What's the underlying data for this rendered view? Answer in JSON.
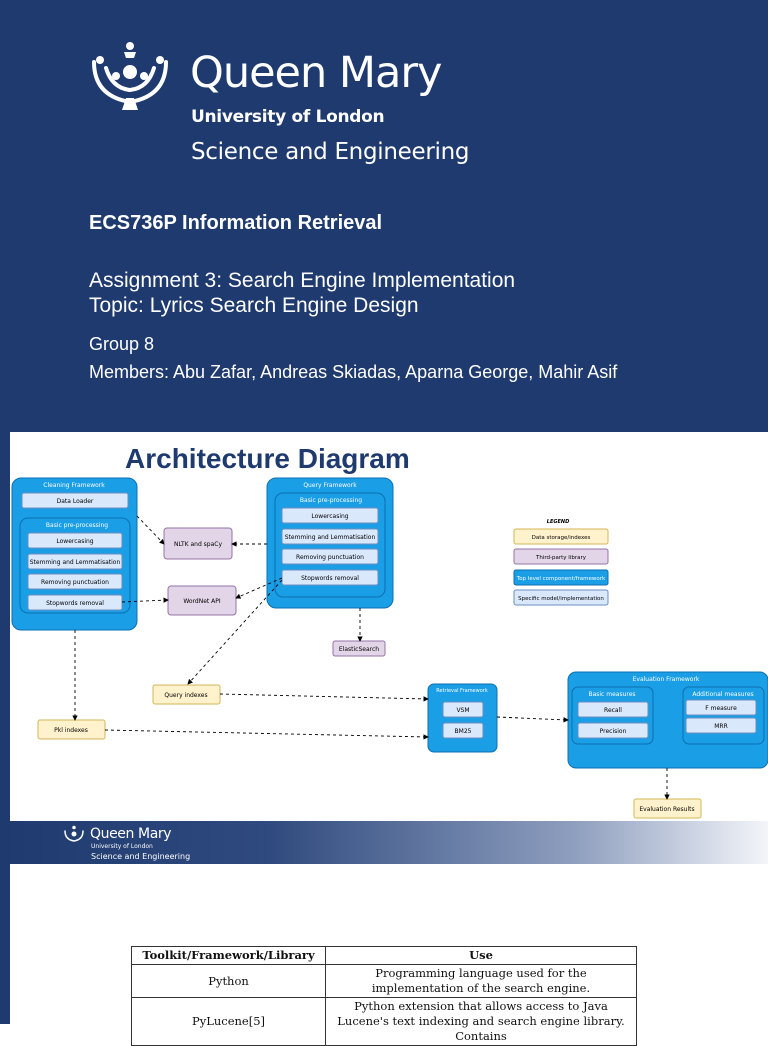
{
  "title_slide": {
    "brand_name": "Queen Mary",
    "brand_sub": "University of London",
    "brand_faculty": "Science and Engineering",
    "course": "ECS736P Information Retrieval",
    "assignment": "Assignment 3: Search Engine Implementation",
    "topic": "Topic: Lyrics Search Engine Design",
    "group": "Group 8",
    "members": "Members: Abu Zafar, Andreas Skiadas, Aparna George, Mahir Asif",
    "background_color": "#1e3a6e"
  },
  "arch_slide": {
    "title": "Architecture Diagram",
    "cleaning_framework": {
      "label": "Cleaning Framework",
      "data_loader": "Data Loader",
      "preproc_label": "Basic pre-processing",
      "steps": [
        "Lowercasing",
        "Stemming and Lemmatisation",
        "Removing punctuation",
        "Stopwords removal"
      ]
    },
    "query_framework": {
      "label": "Query Framework",
      "preproc_label": "Basic pre-processing",
      "steps": [
        "Lowercasing",
        "Stemming and Lemmatisation",
        "Removing punctuation",
        "Stopwords removal"
      ]
    },
    "libraries": {
      "nltk": "NLTK and spaCy",
      "wordnet": "WordNet API",
      "elasticsearch": "ElasticSearch"
    },
    "storage": {
      "query_indexes": "Query indexes",
      "pkl_indexes": "Pkl indexes",
      "evaluation_results": "Evaluation Results"
    },
    "retrieval_framework": {
      "label": "Retrieval Framework",
      "models": [
        "VSM",
        "BM25"
      ]
    },
    "evaluation_framework": {
      "label": "Evaluation Framework",
      "basic_label": "Basic measures",
      "basic": [
        "Recall",
        "Precision"
      ],
      "additional_label": "Additional measures",
      "additional": [
        "F measure",
        "MRR"
      ]
    },
    "legend": {
      "title": "LEGEND",
      "items": [
        "Data storage/indexes",
        "Third-party library",
        "Top level component/framework",
        "Specific model/implementation"
      ]
    },
    "colors": {
      "framework": "#1a9ee6",
      "storage": "#fff2cc",
      "library": "#e1d5e7",
      "model": "#dae8fc",
      "title": "#1e3a6e"
    },
    "footer": {
      "brand_name": "Queen Mary",
      "brand_sub": "University of London",
      "brand_faculty": "Science and Engineering"
    }
  },
  "table_slide": {
    "headers": [
      "Toolkit/Framework/Library",
      "Use"
    ],
    "rows": [
      {
        "name": "Python",
        "use": "Programming language used for the implementation of the search engine."
      },
      {
        "name": "PyLucene[5]",
        "use": "Python extension that allows access to Java Lucene's text indexing and search engine library. Contains"
      }
    ]
  }
}
